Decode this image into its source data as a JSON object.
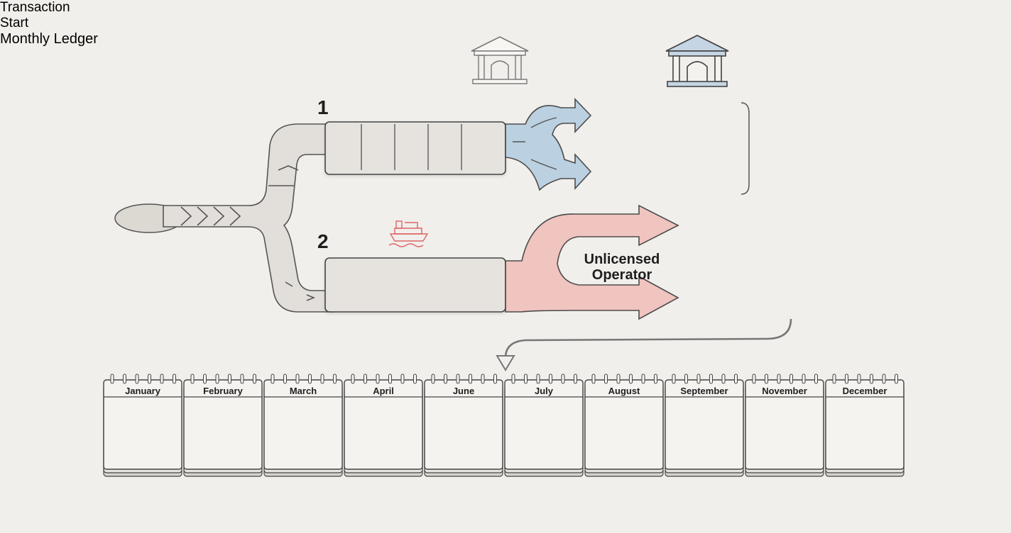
{
  "start": {
    "line1": "Transaction",
    "line2": "Start"
  },
  "paths": [
    {
      "number": "1",
      "chip_color": "#3f6fa6",
      "chip_dark": "#1f3f68"
    },
    {
      "number": "2",
      "chip_color": "#d9474c",
      "chip_gray": "#8e8e8e",
      "operator_line1": "Unlicensed",
      "operator_line2": "Operator"
    }
  ],
  "icons": [
    "bank-icon",
    "bank-icon",
    "ship-icon",
    "coin-stack-icon",
    "calendar-icon"
  ],
  "ledger": {
    "title": "Monthly Ledger",
    "months": [
      "January",
      "February",
      "March",
      "April",
      "June",
      "July",
      "August",
      "September",
      "November",
      "December"
    ]
  },
  "colors": {
    "background": "#f1efeb",
    "outline": "#444444",
    "blue_flow": "#b9cfe0",
    "red_flow": "#f0c2bd"
  }
}
